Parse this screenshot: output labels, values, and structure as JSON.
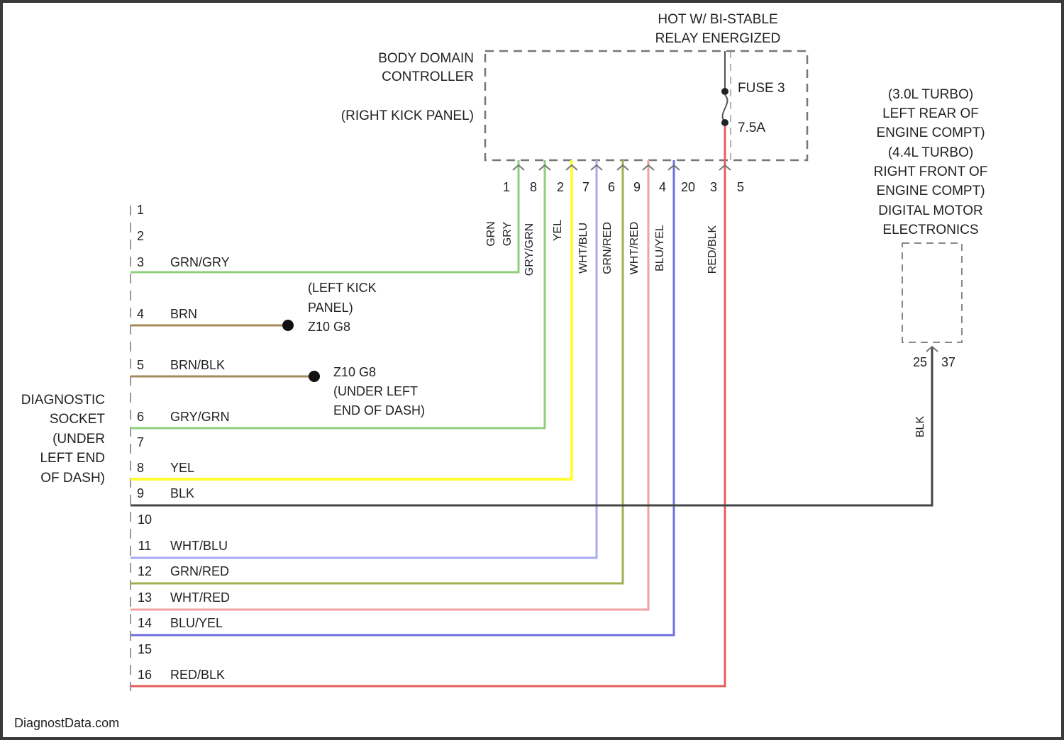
{
  "relay_label": [
    "HOT W/ BI-STABLE",
    "RELAY ENERGIZED"
  ],
  "bdc_label": [
    "BODY DOMAIN",
    "CONTROLLER"
  ],
  "bdc_location": "(RIGHT KICK PANEL)",
  "fuse_name": "FUSE 3",
  "fuse_rating": "7.5A",
  "bdc_pins": [
    "1",
    "8",
    "2",
    "7",
    "6",
    "9",
    "4",
    "20",
    "3",
    "5"
  ],
  "bdc_wire_colors": [
    "GRN/GRY",
    "GRY/GRN",
    "YEL",
    "WHT/BLU",
    "GRN/RED",
    "WHT/RED",
    "BLU/YEL",
    "RED/BLK"
  ],
  "dme_label": [
    "(3.0L TURBO)",
    "LEFT REAR OF",
    "ENGINE COMPT)",
    "(4.4L TURBO)",
    "RIGHT FRONT OF",
    "ENGINE COMPT)",
    "DIGITAL MOTOR",
    "ELECTRONICS"
  ],
  "dme_pins": [
    "25",
    "37"
  ],
  "dme_wire_color": "BLK",
  "socket_label": [
    "DIAGNOSTIC",
    "SOCKET",
    "(UNDER",
    "LEFT END",
    "OF DASH)"
  ],
  "socket_pins": [
    "1",
    "2",
    "3",
    "4",
    "5",
    "6",
    "7",
    "8",
    "9",
    "10",
    "11",
    "12",
    "13",
    "14",
    "15",
    "16"
  ],
  "socket_wires": {
    "3": "GRN/GRY",
    "4": "BRN",
    "5": "BRN/BLK",
    "6": "GRY/GRN",
    "8": "YEL",
    "9": "BLK",
    "11": "WHT/BLU",
    "12": "GRN/RED",
    "13": "WHT/RED",
    "14": "BLU/YEL",
    "16": "RED/BLK"
  },
  "ground1": [
    "(LEFT KICK",
    "PANEL)",
    "Z10 G8"
  ],
  "ground2": [
    "Z10 G8",
    "(UNDER LEFT",
    "END OF DASH)"
  ],
  "watermark": "DiagnostData.com",
  "colors": {
    "green": "#8fcf7c",
    "brown": "#a48a5a",
    "yellow": "#ffff33",
    "black": "#444444",
    "violet": "#a9a9ee",
    "olive": "#a0b050",
    "pink": "#f2a0a0",
    "blue": "#6f6fe0",
    "red": "#e65c5c"
  }
}
